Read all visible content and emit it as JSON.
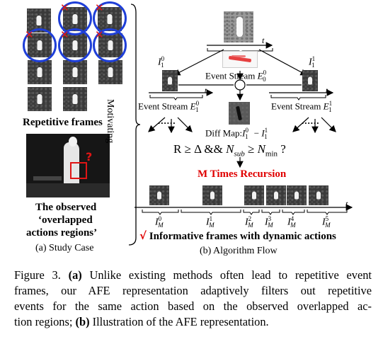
{
  "left_panel": {
    "repetitive_label": "Repetitive frames",
    "motivating_label": "Motivating",
    "question_mark": "?",
    "observed_label_line1": "The observed",
    "observed_label_line2": "‘overlapped",
    "observed_label_line3": "actions regions’",
    "caption": "(a) Study Case",
    "x_mark": "✕"
  },
  "right_panel": {
    "t_label": "t",
    "event_stream_top": "Event Stream",
    "event_stream_top_math": "E",
    "event_stream_top_sub": "0",
    "event_stream_top_sup": "0",
    "i10_base": "I",
    "i10_sup": "0",
    "i10_sub": "1",
    "i11_base": "I",
    "i11_sup": "1",
    "i11_sub": "1",
    "event_stream_left": "Event Stream",
    "event_stream_left_sup": "0",
    "event_stream_left_sub": "1",
    "event_stream_right": "Event Stream",
    "event_stream_right_sup": "1",
    "event_stream_right_sub": "1",
    "minus_symbol": "−",
    "diff_map_label": "Diff Map:",
    "condition_text_1": "R ≥ Δ && ",
    "condition_nsub": "N",
    "condition_nsub_sub": "sub",
    "condition_ge": " ≥ ",
    "condition_nmin": "N",
    "condition_nmin_sub": "min",
    "condition_q": " ?",
    "dots": "......",
    "recursion_label": "M Times Recursion",
    "check_mark": "√",
    "informative_label": "Informative frames with dynamic actions",
    "caption": "(b) Algorithm Flow",
    "im_sups": [
      "0",
      "1",
      "2",
      "3",
      "4",
      "5"
    ],
    "im_sub": "M"
  },
  "caption": {
    "lines": [
      [
        "Figure 3. ",
        "(a)",
        " Unlike existing methods often lead to repetitive event"
      ],
      [
        "frames, our AFE representation adaptively filters out repetitive",
        "",
        ""
      ],
      [
        "events for the same action based on the observed overlapped ac-",
        "",
        ""
      ],
      [
        "tion regions; ",
        "(b)",
        " Illustration of the AFE representation."
      ]
    ]
  }
}
